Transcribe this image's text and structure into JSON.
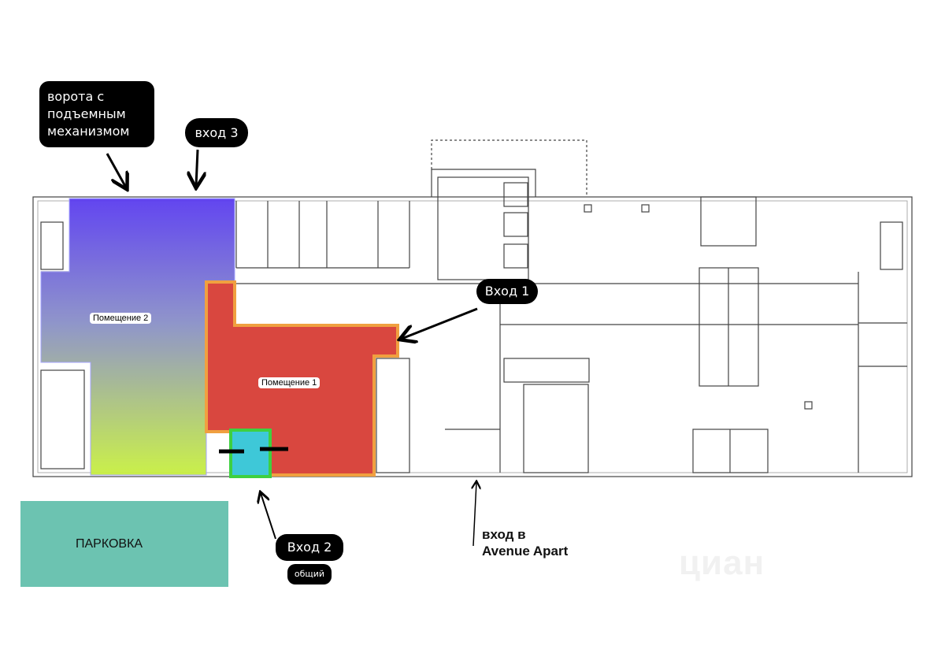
{
  "callouts": {
    "gate": [
      "ворота с",
      "подъемным",
      "механизмом"
    ],
    "entrance3": "вход 3",
    "entrance1": "Вход 1",
    "entrance2": "Вход 2",
    "entrance2_note": "общий"
  },
  "rooms": {
    "room1": "Помещение 1",
    "room2": "Помещение 2"
  },
  "parking": "ПАРКОВКА",
  "avenue_entrance": {
    "line1": "вход в",
    "line2": "Avenue Apart"
  },
  "watermark": "циан",
  "colors": {
    "room1_fill": "#d9473f",
    "room1_border": "#f0a040",
    "room2_top": "#5a3cf0",
    "room2_bottom": "#c8f040",
    "entrance2_fill": "#3ec8d8",
    "entrance2_border": "#3ed040",
    "parking": "#6cc3b1"
  }
}
